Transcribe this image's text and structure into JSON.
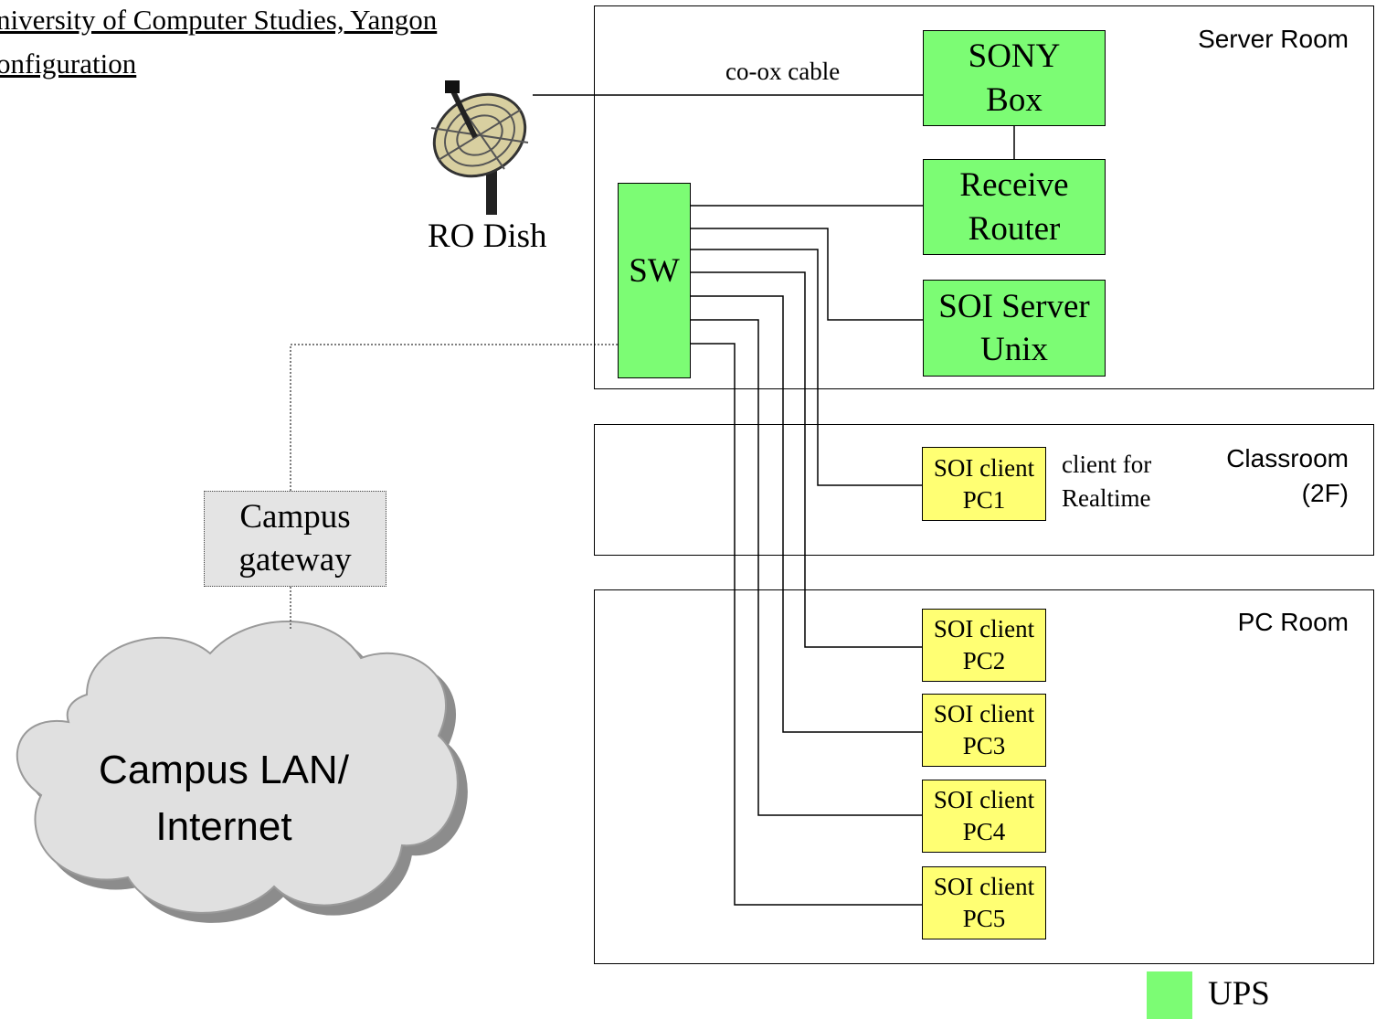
{
  "header": {
    "line1": "niversity of Computer Studies, Yangon",
    "line2": "onfiguration"
  },
  "rooms": {
    "server": "Server Room",
    "classroom_line1": "Classroom",
    "classroom_line2": "(2F)",
    "pc": "PC Room"
  },
  "dish": {
    "label": "RO Dish"
  },
  "cable": {
    "label": "co-ox cable"
  },
  "nodes": {
    "sony": [
      "SONY",
      "Box"
    ],
    "router": [
      "Receive",
      "Router"
    ],
    "server": [
      "SOI Server",
      "Unix"
    ],
    "switch": "SW",
    "pc1": [
      "SOI client",
      "PC1"
    ],
    "pc2": [
      "SOI client",
      "PC2"
    ],
    "pc3": [
      "SOI client",
      "PC3"
    ],
    "pc4": [
      "SOI client",
      "PC4"
    ],
    "pc5": [
      "SOI client",
      "PC5"
    ]
  },
  "pc1_note": [
    "client for",
    "Realtime"
  ],
  "gateway": [
    "Campus",
    "gateway"
  ],
  "cloud": [
    "Campus LAN/",
    "Internet"
  ],
  "legend": {
    "label": "UPS",
    "color": "#7cfc74"
  },
  "colors": {
    "ups_green": "#7cfc74",
    "client_yellow": "#ffff73",
    "gateway_gray": "#e4e4e4",
    "cloud_gray": "#e0e0e0"
  }
}
